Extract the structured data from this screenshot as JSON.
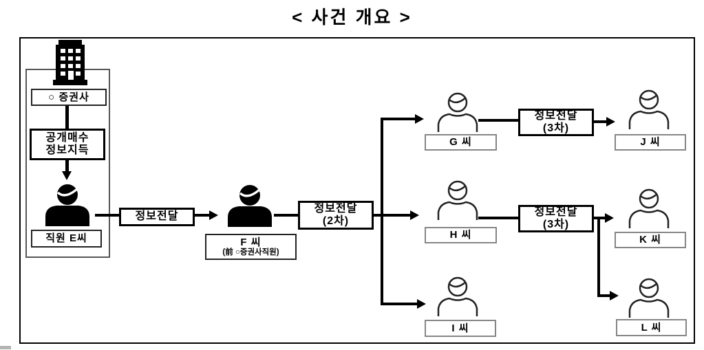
{
  "title": "< 사건 개요 >",
  "colors": {
    "ink": "#000000",
    "thin_border": "#858585",
    "background": "#ffffff"
  },
  "icons": {
    "building": "building-icon",
    "person_filled": "person-filled-icon",
    "person_outline": "person-outline-icon"
  },
  "nodes": {
    "securities_firm": {
      "label": "○ 증권사"
    },
    "info_acquired": {
      "line1": "공개매수",
      "line2": "정보지득"
    },
    "employee_e": {
      "label": "직원 E씨"
    },
    "person_f": {
      "line1": "F 씨",
      "line2": "(前 ○증권사직원)"
    },
    "person_g": {
      "label": "G 씨"
    },
    "person_h": {
      "label": "H 씨"
    },
    "person_i": {
      "label": "I 씨"
    },
    "person_j": {
      "label": "J 씨"
    },
    "person_k": {
      "label": "K 씨"
    },
    "person_l": {
      "label": "L 씨"
    }
  },
  "transfers": {
    "first": {
      "label": "정보전달"
    },
    "second": {
      "line1": "정보전달",
      "line2": "(2차)"
    },
    "third_top": {
      "line1": "정보전달",
      "line2": "(3차)"
    },
    "third_mid": {
      "line1": "정보전달",
      "line2": "(3차)"
    }
  }
}
